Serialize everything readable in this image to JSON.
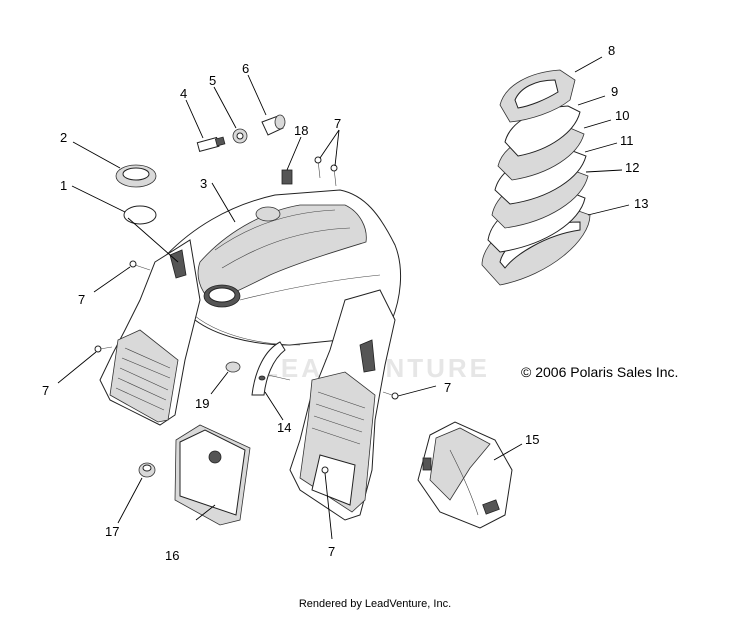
{
  "copyright": "© 2006 Polaris Sales Inc.",
  "footer": "Rendered by LeadVenture, Inc.",
  "watermark": "LEADVENTURE",
  "callouts": [
    {
      "id": "c1",
      "label": "1"
    },
    {
      "id": "c2",
      "label": "2"
    },
    {
      "id": "c3",
      "label": "3"
    },
    {
      "id": "c4",
      "label": "4"
    },
    {
      "id": "c5",
      "label": "5"
    },
    {
      "id": "c6",
      "label": "6"
    },
    {
      "id": "c7a",
      "label": "7"
    },
    {
      "id": "c7b",
      "label": "7"
    },
    {
      "id": "c7c",
      "label": "7"
    },
    {
      "id": "c7d",
      "label": "7"
    },
    {
      "id": "c7e",
      "label": "7"
    },
    {
      "id": "c8",
      "label": "8"
    },
    {
      "id": "c9",
      "label": "9"
    },
    {
      "id": "c10",
      "label": "10"
    },
    {
      "id": "c11",
      "label": "11"
    },
    {
      "id": "c12",
      "label": "12"
    },
    {
      "id": "c13",
      "label": "13"
    },
    {
      "id": "c14",
      "label": "14"
    },
    {
      "id": "c15",
      "label": "15"
    },
    {
      "id": "c16",
      "label": "16"
    },
    {
      "id": "c17",
      "label": "17"
    },
    {
      "id": "c18",
      "label": "18"
    },
    {
      "id": "c19",
      "label": "19"
    }
  ]
}
